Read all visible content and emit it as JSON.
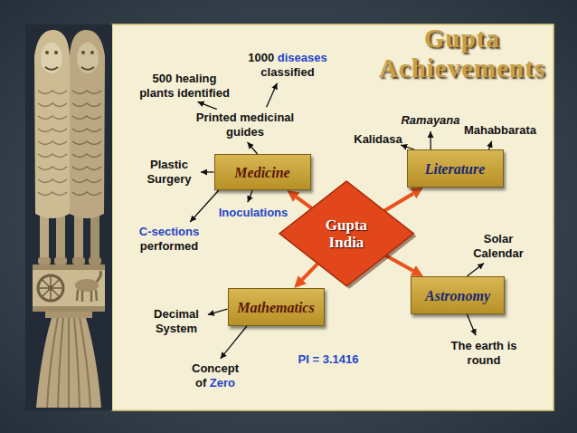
{
  "diagram": {
    "title": "Gupta Achievements",
    "nodes": [
      {
        "text": [
          "Medicine"
        ]
      },
      {
        "text": [
          "Literature"
        ]
      },
      {
        "text": [
          "Gupta India"
        ]
      },
      {
        "text": [
          "Mathematics"
        ]
      },
      {
        "text": [
          "Astronomy"
        ]
      }
    ],
    "edges": [
      {
        "from": 2,
        "to": 0,
        "arrow": "to"
      },
      {
        "from": 2,
        "to": 1,
        "arrow": "to"
      },
      {
        "from": 2,
        "to": 3,
        "arrow": "to"
      },
      {
        "from": 2,
        "to": 4,
        "arrow": "to"
      }
    ],
    "labels": [
      "1000 diseases classified",
      "500 healing plants identified",
      "Printed medicinal guides",
      "Ramayana",
      "Mahabbarata",
      "Kalidasa",
      "Plastic Surgery",
      "Inoculations",
      "C-sections performed",
      "Solar Calendar",
      "Decimal System",
      "The earth is round",
      "PI = 3.1416",
      "Concept of Zero"
    ]
  }
}
